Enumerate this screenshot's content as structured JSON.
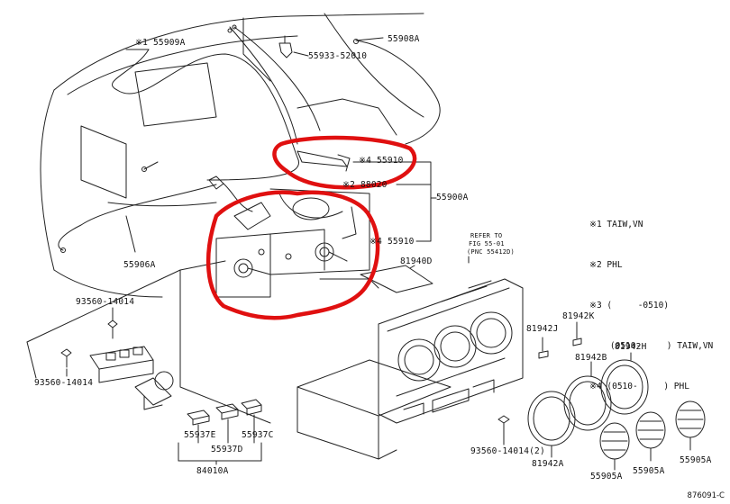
{
  "labels": {
    "p55909a": "※1 55909A",
    "p55933": "55933-52010",
    "p55908a": "55908A",
    "p55910_top": "※4 55910",
    "p88020": "※2 88020",
    "p55900a": "55900A",
    "p55910_bottom": "※4 55910",
    "p55906a": "55906A",
    "refer_line1": "REFER TO",
    "refer_line2": "FIG 55-01",
    "refer_line3": "(PNC 55412D)",
    "p81940d": "81940D",
    "p93560_a": "93560-14014",
    "p93560_b": "93560-14014",
    "p81942j": "81942J",
    "p81942k": "81942K",
    "p81942h": "81942H",
    "p81942b": "81942B",
    "p93560_2": "93560-14014(2)",
    "p81942a": "81942A",
    "p55937e": "55937E",
    "p55937d": "55937D",
    "p55937c": "55937C",
    "p84010a": "84010A",
    "p55905a_1": "55905A",
    "p55905a_2": "55905A",
    "p55905a_3": "55905A"
  },
  "legend": {
    "line1": "※1 TAIW,VN",
    "line2": "※2 PHL",
    "line3": "※3 (     -0510)",
    "line4": "    (0510-     ) TAIW,VN",
    "line5": "※4 (0510-     ) PHL"
  },
  "catalog_number": "876091-C",
  "colors": {
    "line": "#222222",
    "annotation": "#e01010",
    "background": "#ffffff"
  }
}
